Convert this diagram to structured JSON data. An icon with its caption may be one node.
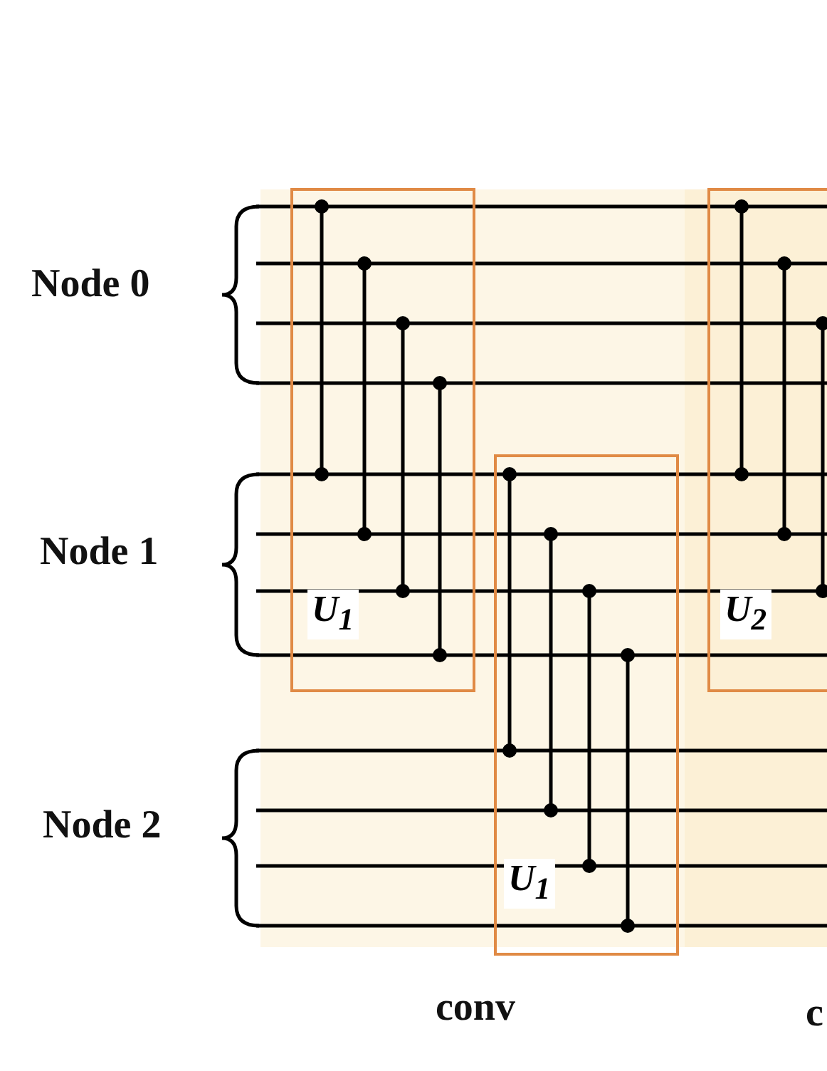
{
  "diagram": {
    "nodes": [
      {
        "text": [
          "U$_{1}$"
        ]
      },
      {
        "text": [
          "U$_{1}$"
        ]
      },
      {
        "text": [
          "U$_{2}$"
        ]
      }
    ],
    "labels": [
      "Node 0",
      "Node 1",
      "Node 2",
      "conv",
      "c"
    ]
  }
}
